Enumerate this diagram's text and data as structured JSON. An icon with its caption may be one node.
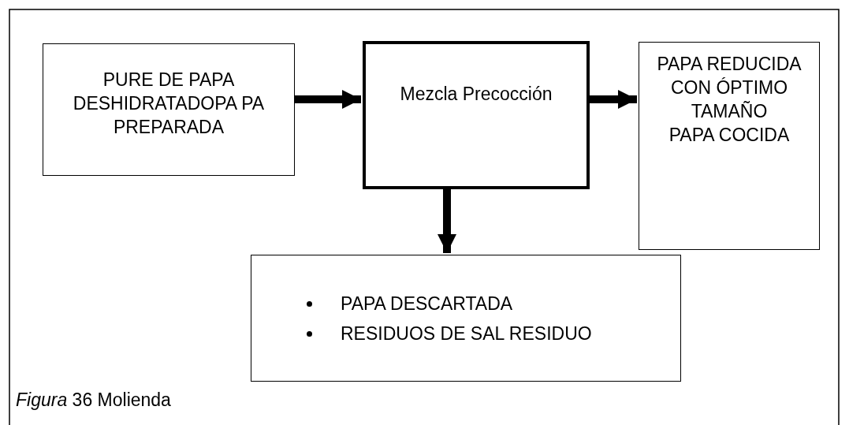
{
  "diagram": {
    "caption": "*Figura* 36 Molienda",
    "nodes": [
      {
        "text": [
          "PURE DE PAPA DESHIDRATADOPA PA PREPARADA"
        ]
      },
      {
        "text": [
          "Mezcla Precocción"
        ]
      },
      {
        "text": [
          "PAPA REDUCIDA CON ÓPTIMO TAMAÑO",
          "PAPA COCIDA"
        ]
      },
      {
        "text": [
          "PAPA DESCARTADA",
          "RESIDUOS DE SAL RESIDUO"
        ]
      }
    ],
    "edges": [
      {
        "from": 0,
        "to": 1,
        "arrow": "to"
      },
      {
        "from": 1,
        "to": 2,
        "arrow": "to"
      },
      {
        "from": 1,
        "to": 3,
        "arrow": "to"
      }
    ]
  }
}
